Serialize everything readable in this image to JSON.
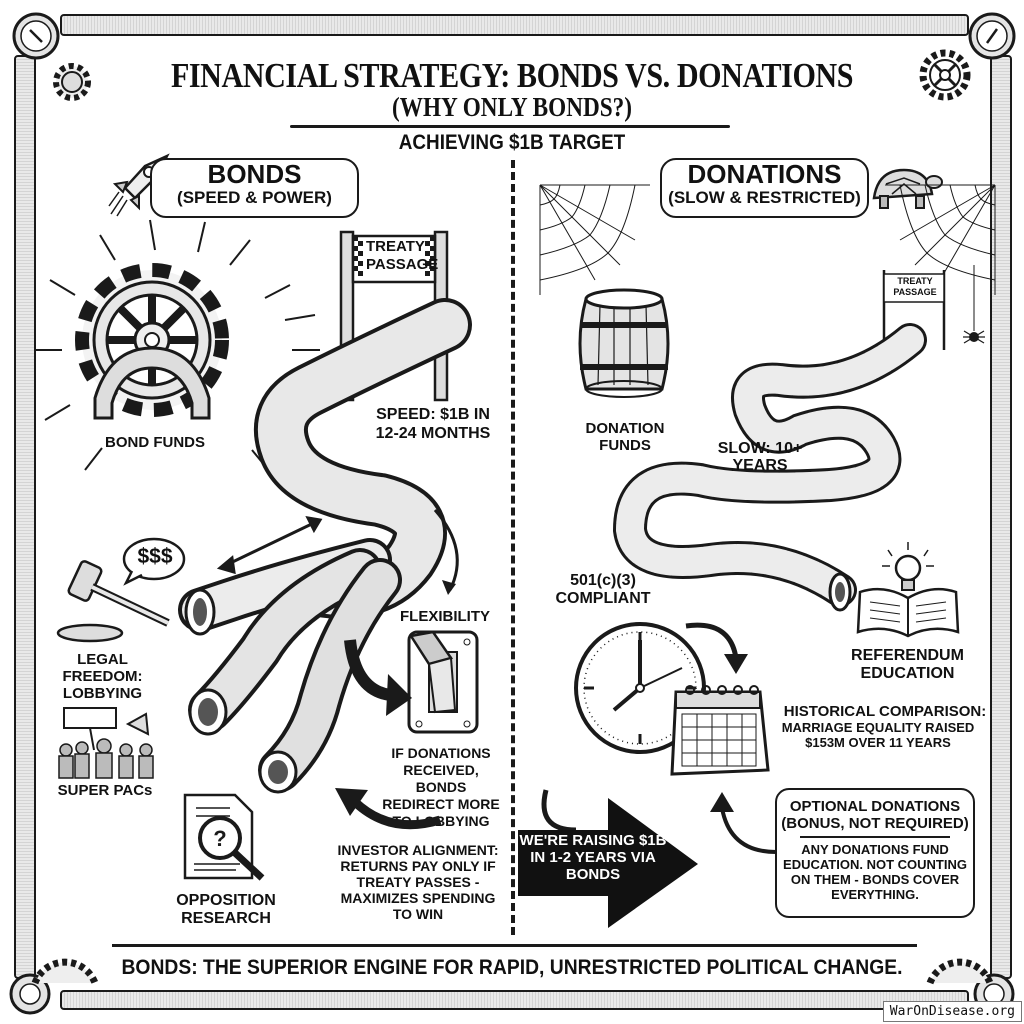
{
  "header": {
    "title": "FINANCIAL STRATEGY: BONDS VS. DONATIONS",
    "subtitle": "(WHY ONLY BONDS?)",
    "target": "ACHIEVING $1B TARGET"
  },
  "bonds_panel": {
    "heading": "BONDS",
    "subheading": "(SPEED & POWER)",
    "icon": "rocket-icon",
    "source_label": "BOND FUNDS",
    "finish_sign": "TREATY PASSAGE",
    "speed_label": "SPEED: $1B IN 12-24 MONTHS",
    "speech_bubble": "$$$",
    "outputs": [
      {
        "label": "LEGAL FREEDOM: LOBBYING",
        "icon": "gavel-icon"
      },
      {
        "label": "SUPER PACs",
        "icon": "rally-crowd-icon"
      },
      {
        "label": "OPPOSITION RESEARCH",
        "icon": "magnifier-document-icon"
      }
    ],
    "flexibility": {
      "label": "FLEXIBILITY",
      "icon": "toggle-switch-icon",
      "note": "IF DONATIONS RECEIVED, BONDS REDIRECT MORE TO LOBBYING"
    },
    "investor_alignment": "INVESTOR ALIGNMENT: RETURNS PAY ONLY IF TREATY PASSES - MAXIMIZES SPENDING TO WIN"
  },
  "donations_panel": {
    "heading": "DONATIONS",
    "subheading": "(SLOW & RESTRICTED)",
    "icon": "turtle-icon",
    "source_label": "DONATION FUNDS",
    "finish_sign": "TREATY PASSAGE",
    "speed_label": "SLOW: 10+ YEARS",
    "compliance_label": "501(c)(3) COMPLIANT",
    "education_label": "REFERENDUM EDUCATION",
    "historical": {
      "title": "HISTORICAL COMPARISON:",
      "body": "MARRIAGE EQUALITY RAISED $153M OVER 11 YEARS"
    },
    "optional": {
      "title": "OPTIONAL DONATIONS (BONUS, NOT REQUIRED)",
      "body": "ANY DONATIONS FUND EDUCATION. NOT COUNTING ON THEM - BONDS COVER EVERYTHING."
    }
  },
  "callout_arrow": "WE'RE RAISING $1B IN 1-2 YEARS VIA BONDS",
  "footer": {
    "tagline": "BONDS: THE SUPERIOR ENGINE FOR RAPID, UNRESTRICTED POLITICAL CHANGE.",
    "watermark": "WarOnDisease.org"
  },
  "colors": {
    "ink": "#1a1a1a",
    "paper": "#ffffff",
    "pipe_shade": "#d9d9d9"
  }
}
